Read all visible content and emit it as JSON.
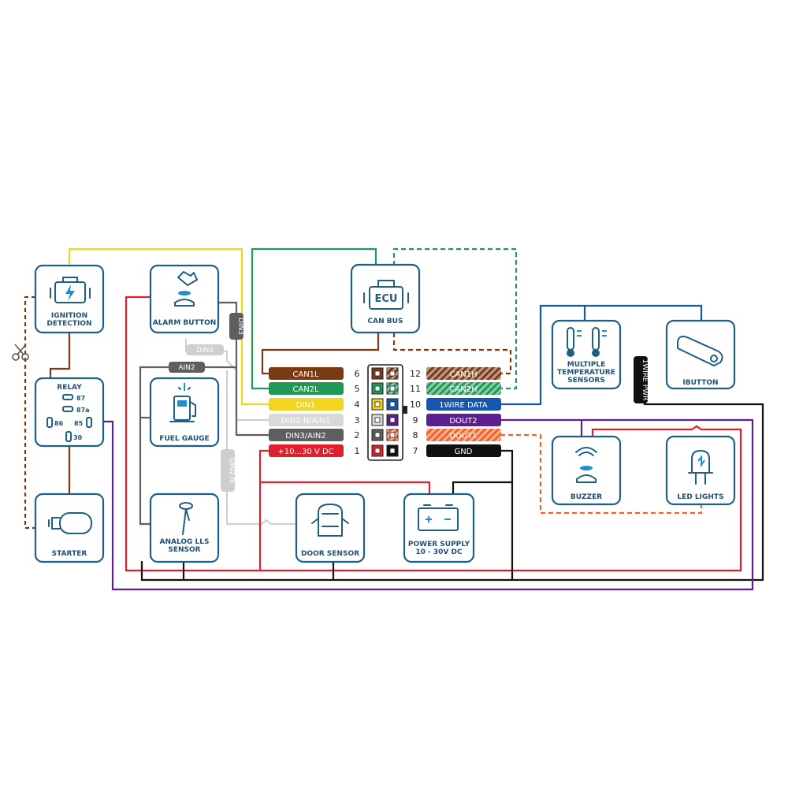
{
  "components": {
    "ignition": "IGNITION DETECTION",
    "alarm": "ALARM BUTTON",
    "can_bus": "CAN BUS",
    "ecu": "ECU",
    "relay": "RELAY",
    "fuel_gauge": "FUEL GAUGE",
    "starter": "STARTER",
    "lls": "ANALOG LLS SENSOR",
    "door": "DOOR SENSOR",
    "power": "POWER SUPPLY 10 - 30V DC",
    "temp": "MULTIPLE TEMPERATURE SENSORS",
    "ibutton": "IBUTTON",
    "buzzer": "BUZZER",
    "led": "LED LIGHTS"
  },
  "relay_pins": {
    "p87": "87",
    "p87a": "87a",
    "p86": "86",
    "p85": "85",
    "p30": "30"
  },
  "pins_left": [
    {
      "label": "CAN1L",
      "num": "6",
      "color": "#7a3b14",
      "text": "#ffffff"
    },
    {
      "label": "CAN2L",
      "num": "5",
      "color": "#1e9a55",
      "text": "#ffffff"
    },
    {
      "label": "DIN1",
      "num": "4",
      "color": "#f2d51e",
      "text": "#ffffff"
    },
    {
      "label": "DIN2-N/AIN1",
      "num": "3",
      "color": "#d9d9d9",
      "text": "#ffffff"
    },
    {
      "label": "DIN3/AIN2",
      "num": "2",
      "color": "#5e5e5e",
      "text": "#ffffff"
    },
    {
      "label": "+10...30 V DC",
      "num": "1",
      "color": "#e01f2d",
      "text": "#ffffff"
    }
  ],
  "pins_right": [
    {
      "label": "CAN1H",
      "num": "12",
      "color": "#7a3b14",
      "text": "#ffffff",
      "striped": true
    },
    {
      "label": "CAN2H",
      "num": "11",
      "color": "#1e9a55",
      "text": "#ffffff",
      "striped": true
    },
    {
      "label": "1WIRE DATA",
      "num": "10",
      "color": "#1556b0",
      "text": "#ffffff",
      "striped": false
    },
    {
      "label": "DOUT2",
      "num": "9",
      "color": "#5b1f8f",
      "text": "#ffffff",
      "striped": false
    },
    {
      "label": "DOUT1",
      "num": "8",
      "color": "#f0642a",
      "text": "#ffffff",
      "striped": true
    },
    {
      "label": "GND",
      "num": "7",
      "color": "#111111",
      "text": "#ffffff",
      "striped": false
    }
  ],
  "wire_tags": {
    "din3": "DIN3",
    "din2": "DIN2",
    "ain2": "AIN2",
    "din2n": "DIN2-N",
    "onewire_pwr": "1WIRE PWR"
  },
  "colors": {
    "border": "#1f5f86",
    "label": "#1f4f78",
    "accent": "#1f8ec9",
    "yellow": "#f2d51e",
    "green": "#1e9a55",
    "brown": "#7a3b14",
    "red": "#e01f2d",
    "black": "#111111",
    "blue": "#1556b0",
    "purple": "#5b1f8f",
    "orange": "#f0642a",
    "grey": "#cfcfcf",
    "dark_grey": "#5e5e5e"
  },
  "icons": {
    "ignition": "engine-bolt-icon",
    "alarm": "press-button-icon",
    "ecu": "ecu-engine-icon",
    "fuel": "fuel-pump-icon",
    "starter": "starter-motor-icon",
    "lls": "probe-sensor-icon",
    "door": "car-top-view-icon",
    "power": "battery-icon",
    "temp": "thermometer-icon",
    "ibutton": "key-fob-icon",
    "buzzer": "buzzer-icon",
    "led": "led-icon",
    "scissors": "scissors-icon"
  }
}
